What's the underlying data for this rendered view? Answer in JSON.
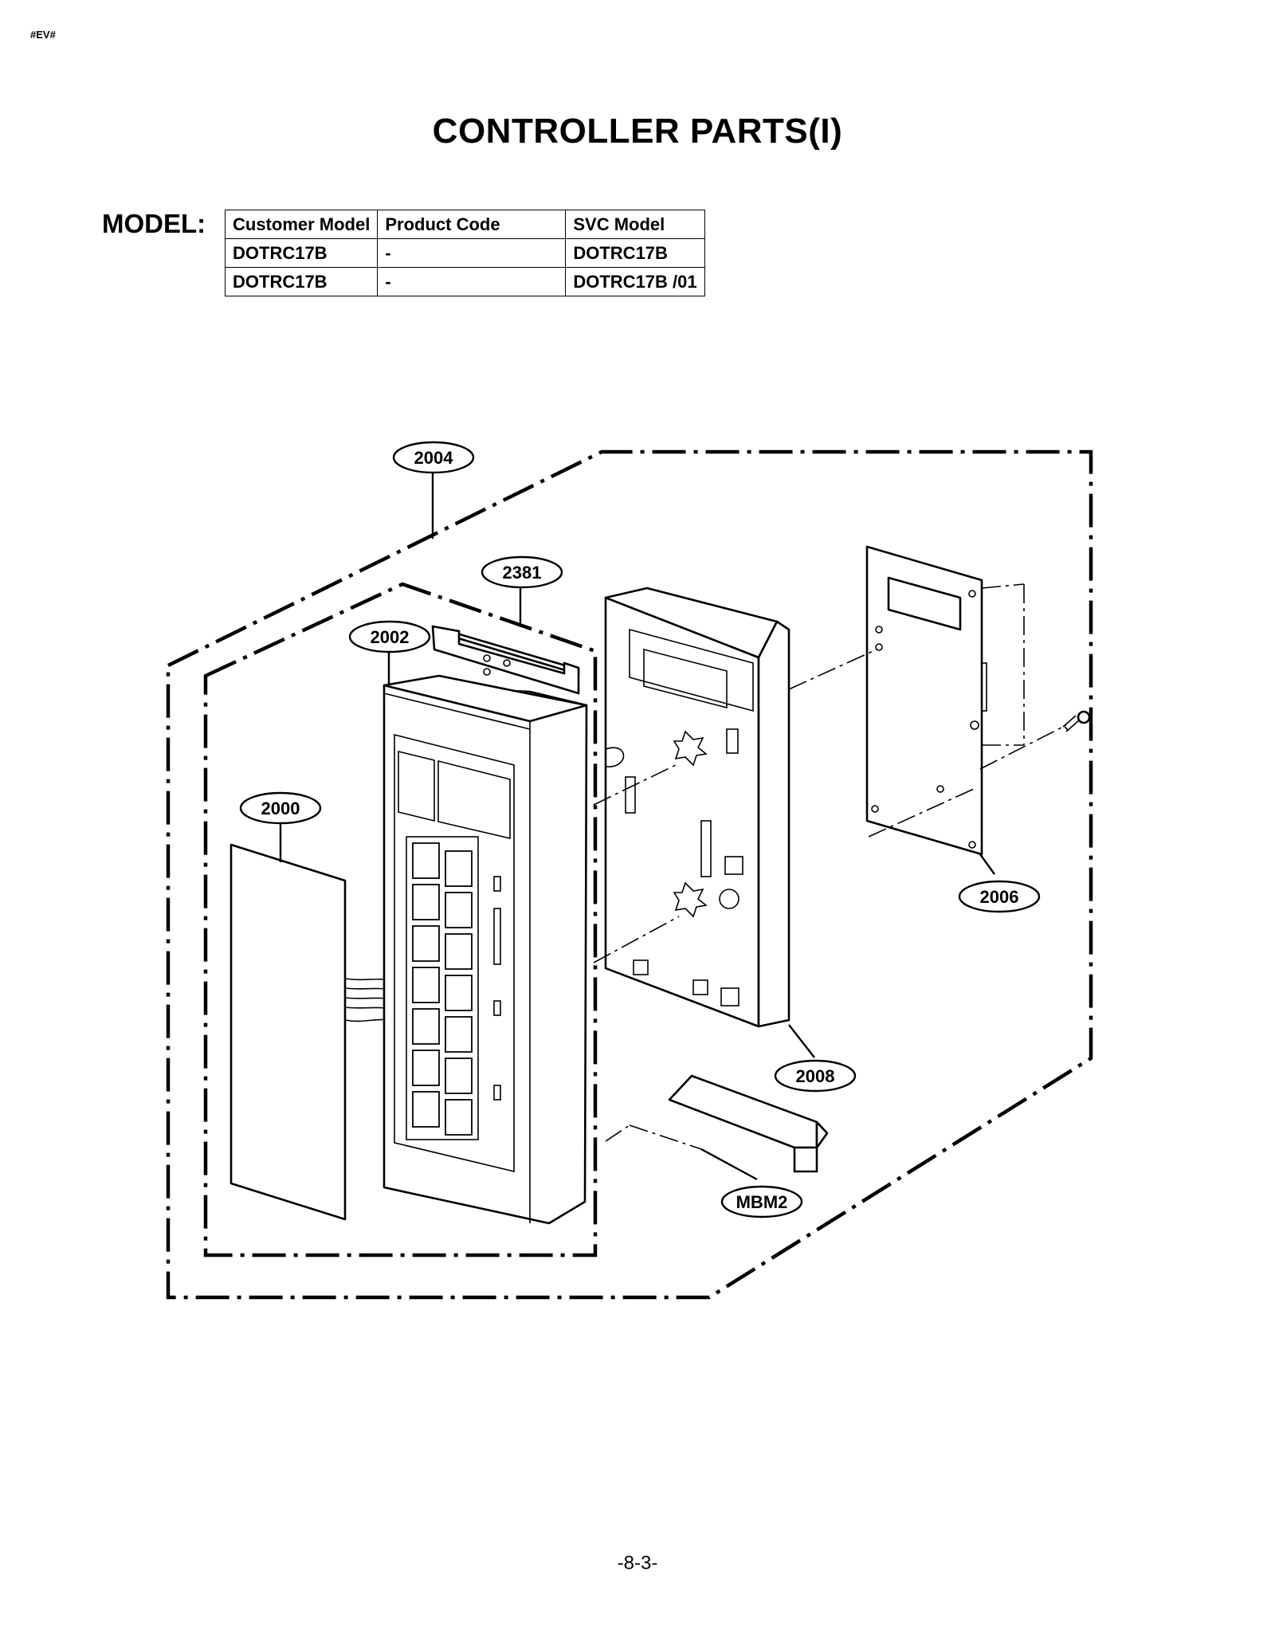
{
  "header_tag": "#EV#",
  "title": "CONTROLLER PARTS(I)",
  "model_label": "MODEL:",
  "model_table": {
    "headers": [
      "Customer Model",
      "Product Code",
      "SVC Model"
    ],
    "rows": [
      [
        "DOTRC17B",
        "-",
        "DOTRC17B"
      ],
      [
        "DOTRC17B",
        "-",
        "DOTRC17B /01"
      ]
    ]
  },
  "callouts": [
    "2004",
    "2381",
    "2002",
    "2000",
    "2006",
    "2008",
    "MBM2"
  ],
  "page_number": "-8-3-"
}
